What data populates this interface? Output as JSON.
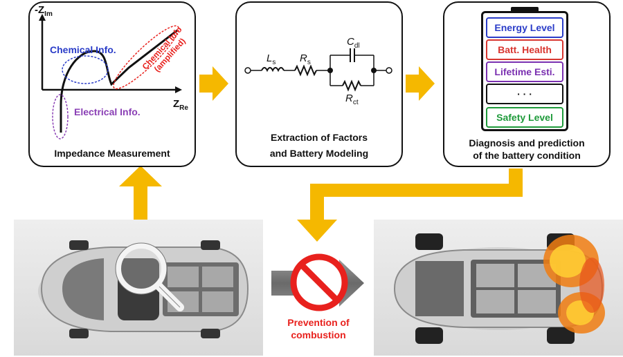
{
  "panel1": {
    "y_axis": "-Z",
    "y_axis_sub": "Im",
    "x_axis": "Z",
    "x_axis_sub": "Re",
    "chemical_label": "Chemical Info.",
    "electrical_label": "Electrical Info.",
    "amplified_line1": "Chemical Info",
    "amplified_line2": "(amplified)",
    "caption": "Impedance Measurement"
  },
  "panel2": {
    "ls": "L",
    "ls_sub": "s",
    "rs": "R",
    "rs_sub": "s",
    "cdl": "C",
    "cdl_sub": "dl",
    "rct": "R",
    "rct_sub": "ct",
    "caption_line1": "Extraction of Factors",
    "caption_line2": "and Battery Modeling"
  },
  "panel3": {
    "items": [
      {
        "label": "Energy Level",
        "color": "#2a3cc8"
      },
      {
        "label": "Batt. Health",
        "color": "#d8352f"
      },
      {
        "label": "Lifetime Esti.",
        "color": "#7a2fb0"
      },
      {
        "label": "· · ·",
        "color": "#111111"
      },
      {
        "label": "Safety Level",
        "color": "#1e9a3a"
      }
    ],
    "caption_line1": "Diagnosis and prediction",
    "caption_line2": "of the battery condition"
  },
  "prevention": {
    "line1": "Prevention of",
    "line2": "combustion",
    "color": "#e8211d"
  },
  "colors": {
    "arrow": "#f5b800",
    "chemical": "#2a3cc8",
    "electrical": "#8a3fb5",
    "amplified": "#e8211d"
  },
  "icons": [
    "magnifier-icon",
    "prohibition-icon"
  ]
}
